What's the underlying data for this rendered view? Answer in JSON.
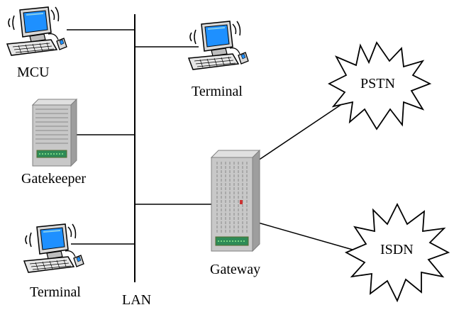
{
  "diagram": {
    "lan_label": "LAN",
    "nodes": {
      "mcu": {
        "label": "MCU",
        "icon": "computer-terminal-icon"
      },
      "terminal_top": {
        "label": "Terminal",
        "icon": "computer-terminal-icon"
      },
      "gatekeeper": {
        "label": "Gatekeeper",
        "icon": "server-rack-icon"
      },
      "gateway": {
        "label": "Gateway",
        "icon": "server-rack-icon"
      },
      "terminal_bottom": {
        "label": "Terminal",
        "icon": "computer-terminal-icon"
      }
    },
    "networks": {
      "pstn": {
        "label": "PSTN",
        "icon": "starburst-network-icon"
      },
      "isdn": {
        "label": "ISDN",
        "icon": "starburst-network-icon"
      }
    },
    "colors": {
      "screen": "#1e90ff",
      "monitor": "#d9d9d9",
      "server": "#c8c8c8",
      "server_panel": "#2e8b57",
      "line": "#000000"
    }
  }
}
